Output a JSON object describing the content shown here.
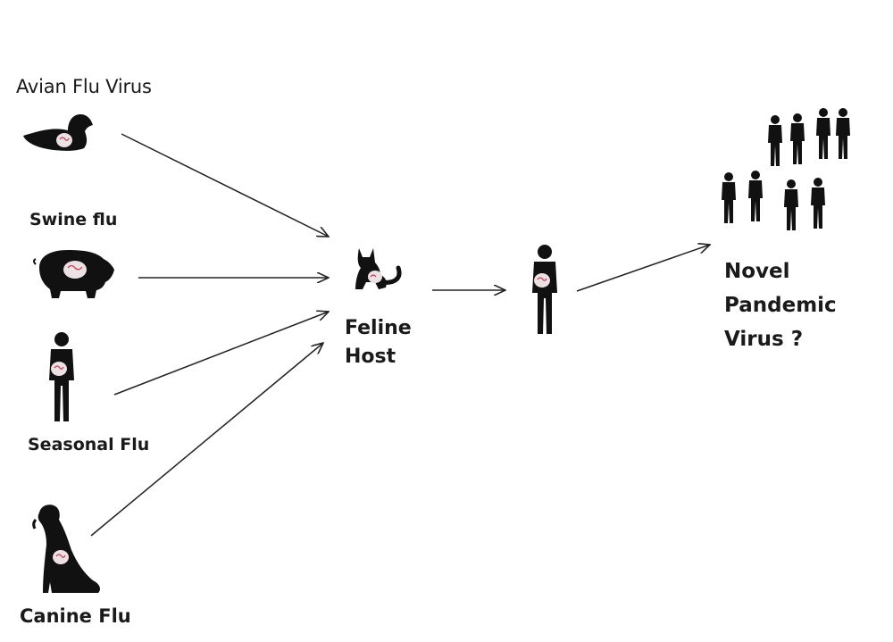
{
  "sources": [
    {
      "id": "avian",
      "label": "Avian Flu Virus",
      "icon": "duck-icon"
    },
    {
      "id": "swine",
      "label": "Swine flu",
      "icon": "pig-icon"
    },
    {
      "id": "seasonal",
      "label": "Seasonal Flu",
      "icon": "human-icon"
    },
    {
      "id": "canine",
      "label": "Canine Flu",
      "icon": "dog-icon"
    }
  ],
  "host": {
    "line1": "Feline",
    "line2": "Host",
    "icon": "cat-icon"
  },
  "intermediate": {
    "icon": "human-icon"
  },
  "outcome": {
    "line1": "Novel",
    "line2": "Pandemic",
    "line3": "Virus ?",
    "icon": "crowd-icon"
  },
  "colors": {
    "silhouette": "#111111",
    "virus": "#e9d7dc",
    "virus_mark": "#c0445a",
    "arrow": "#222222"
  }
}
